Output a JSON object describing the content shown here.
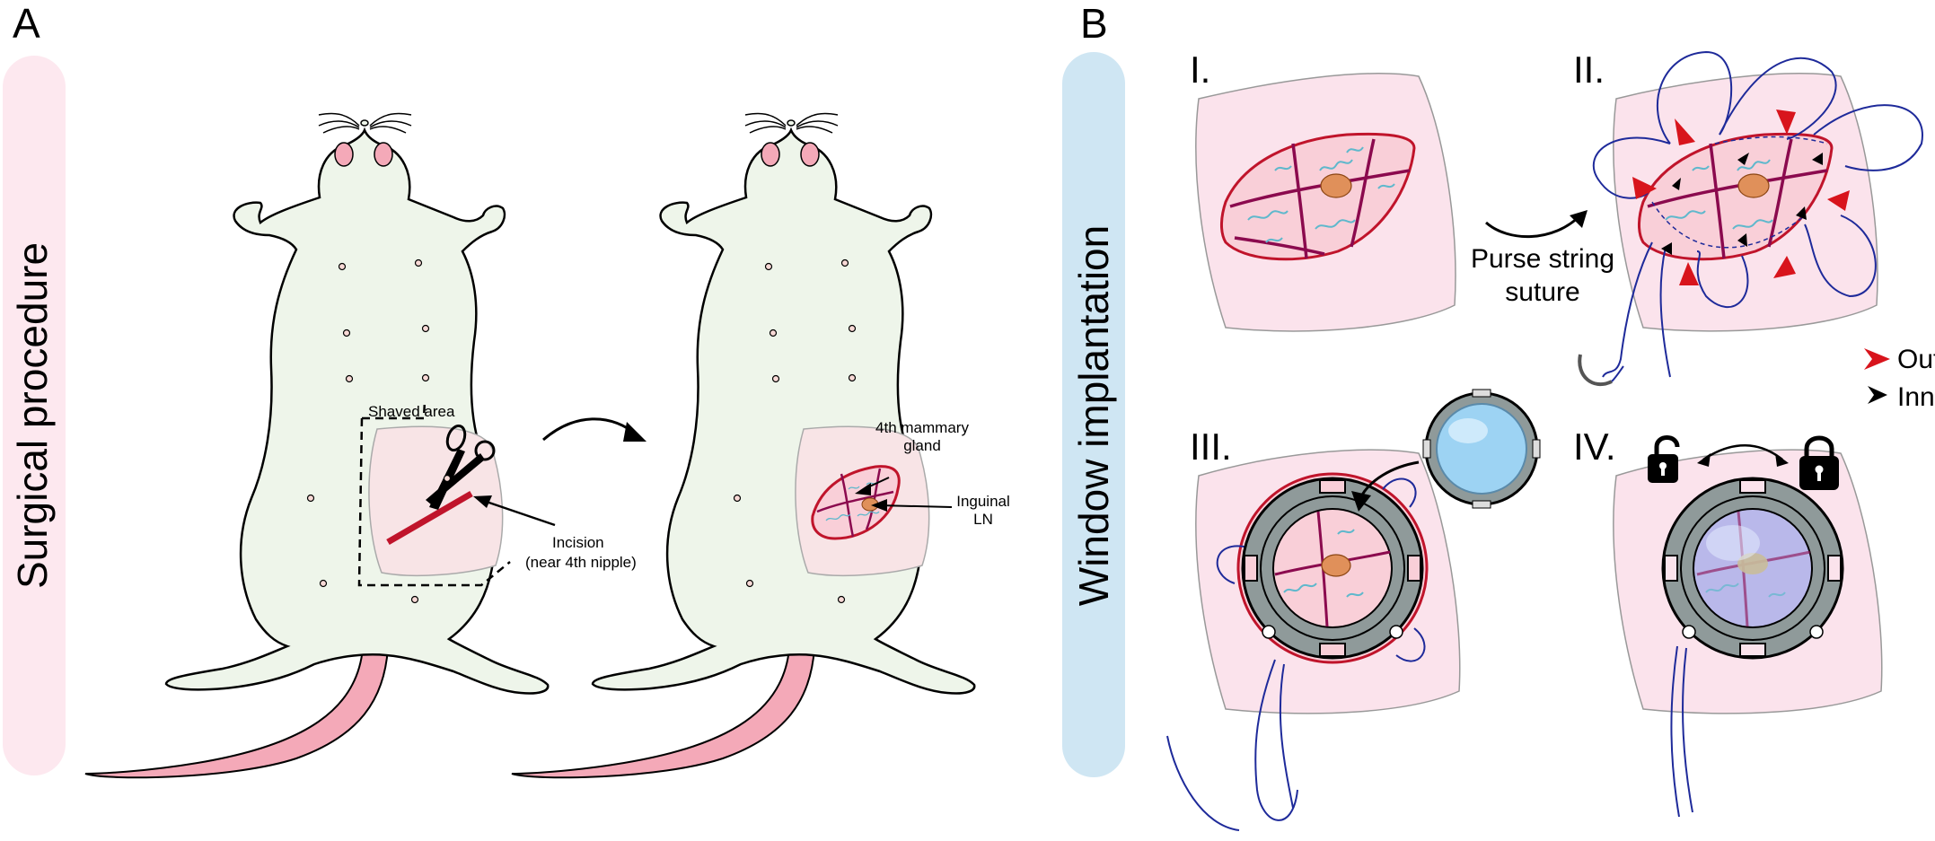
{
  "panel_a": {
    "letter": "A",
    "side_label": "Surgical procedure",
    "shaved_area": "Shaved area",
    "incision_line1": "Incision",
    "incision_line2": "(near 4th nipple)",
    "gland_line1": "4th mammary",
    "gland_line2": "gland",
    "ln_line1": "Inguinal",
    "ln_line2": "LN"
  },
  "panel_b": {
    "letter": "B",
    "side_label": "Window implantation",
    "steps": [
      "I.",
      "II.",
      "III.",
      "IV."
    ],
    "purse_line1": "Purse string",
    "purse_line2": "suture",
    "legend_outer": "Outer skin",
    "legend_inner": "Inner skin"
  },
  "colors": {
    "mouse_body": "#eef5ea",
    "tail_pink": "#f4a9b8",
    "skin_pink": "#fbe3ec",
    "incision_red": "#c0142b",
    "vessel": "#8b0a4e",
    "lymphatic_cyan": "#5fb8cc",
    "lymph_node": "#e0905a",
    "suture_blue": "#1e2a9a",
    "ring_gray": "#8f9a9a",
    "glass_blue": "#9dd3f3",
    "label_bar_pink": "#fde8ef",
    "label_bar_blue": "#cfe6f3"
  }
}
